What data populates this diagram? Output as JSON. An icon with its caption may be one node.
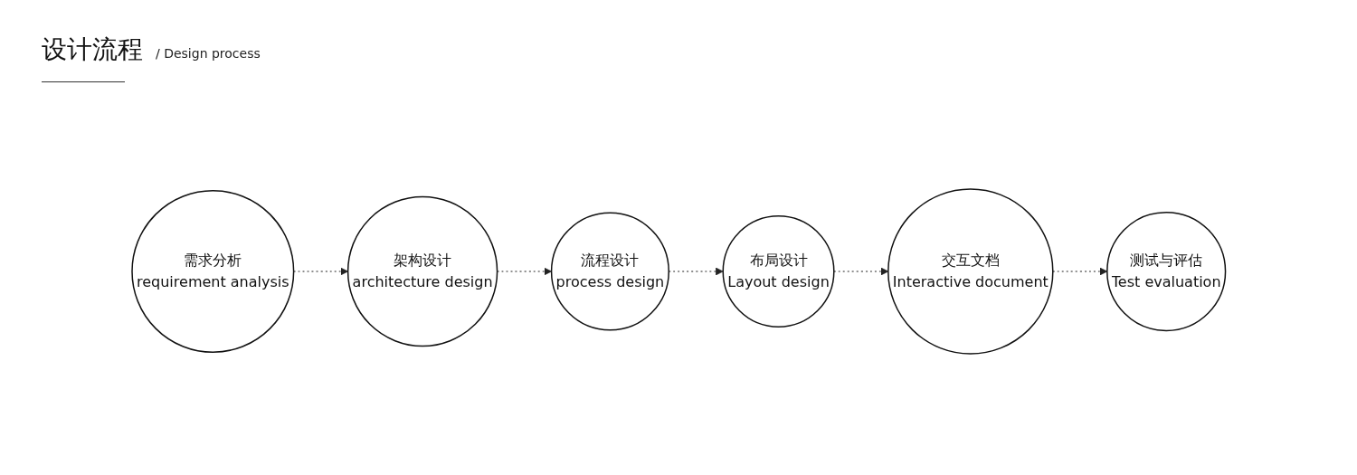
{
  "diagram": {
    "title": "设计流程",
    "nodes": [
      {
        "text": [
          "需求分析",
          "requirement analysis"
        ]
      },
      {
        "text": [
          "架构设计",
          "architecture design"
        ]
      },
      {
        "text": [
          "流程设计",
          "process design"
        ]
      },
      {
        "text": [
          "布局设计",
          "Layout design"
        ]
      },
      {
        "text": [
          "交互文档",
          "Interactive document"
        ]
      },
      {
        "text": [
          "测试与评估",
          "Test evaluation"
        ]
      }
    ],
    "edges": [
      {
        "from": 0,
        "to": 1,
        "arrow": "to",
        "style": "dashed"
      },
      {
        "from": 1,
        "to": 2,
        "arrow": "to",
        "style": "dashed"
      },
      {
        "from": 2,
        "to": 3,
        "arrow": "to",
        "style": "dashed"
      },
      {
        "from": 3,
        "to": 4,
        "arrow": "to",
        "style": "dashed"
      },
      {
        "from": 4,
        "to": 5,
        "arrow": "to",
        "style": "dashed"
      }
    ],
    "labels": [
      "/ Design process"
    ]
  }
}
